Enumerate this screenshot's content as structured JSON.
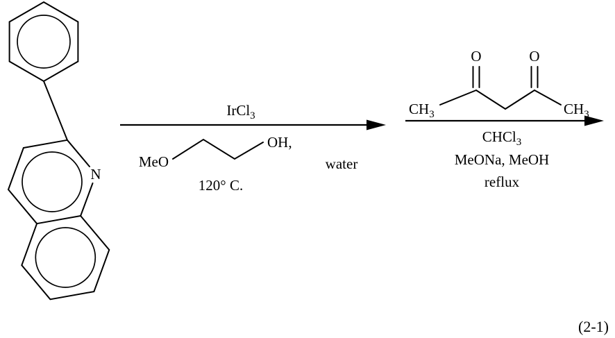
{
  "reactant": {
    "nitrogen_label": "N"
  },
  "step1": {
    "catalyst": "IrCl",
    "catalyst_sub": "3",
    "solvent_meo": "MeO",
    "solvent_oh": "OH,",
    "cosolvent": "water",
    "temperature": "120° C."
  },
  "step2": {
    "ch3_left": "CH",
    "ch3_left_sub": "3",
    "oxygen_left": "O",
    "oxygen_right": "O",
    "ch3_right": "CH",
    "ch3_right_sub": "3",
    "solvent": "CHCl",
    "solvent_sub": "3",
    "base": "MeONa, MeOH",
    "condition": "reflux"
  },
  "equation_number": "(2-1)"
}
